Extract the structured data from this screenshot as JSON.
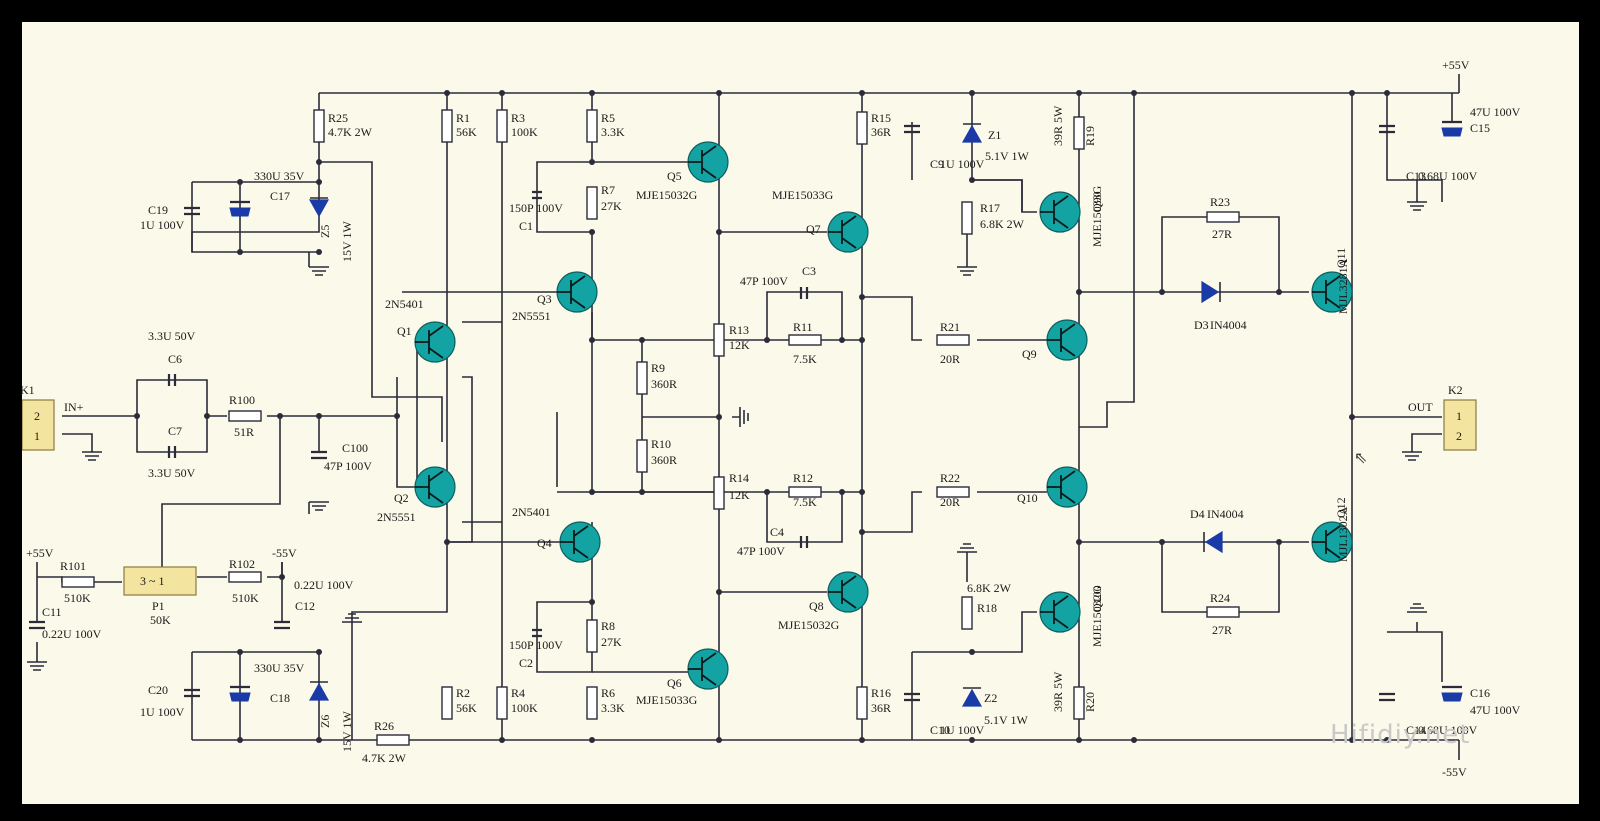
{
  "schematic": {
    "watermark": "Hifidiy.net",
    "rails": {
      "pos": "+55V",
      "neg": "-55V",
      "pos_left": "+55V",
      "neg_left": "-55V"
    },
    "connectors": {
      "k1": {
        "ref": "K1",
        "pin_top": "2",
        "pin_bottom": "1",
        "label": "IN+"
      },
      "k2": {
        "ref": "K2",
        "pin_top": "1",
        "pin_bottom": "2",
        "label": "OUT"
      },
      "p1": {
        "ref": "P1",
        "value": "50K",
        "pins": "3 ~ 1"
      }
    },
    "resistors": [
      {
        "ref": "R25",
        "value": "4.7K 2W"
      },
      {
        "ref": "R1",
        "value": "56K"
      },
      {
        "ref": "R3",
        "value": "100K"
      },
      {
        "ref": "R5",
        "value": "3.3K"
      },
      {
        "ref": "R7",
        "value": "27K"
      },
      {
        "ref": "R15",
        "value": "36R"
      },
      {
        "ref": "R19",
        "value": "39R 5W"
      },
      {
        "ref": "R17",
        "value": "6.8K 2W"
      },
      {
        "ref": "R23",
        "value": "27R"
      },
      {
        "ref": "R13",
        "value": "12K"
      },
      {
        "ref": "R11",
        "value": "7.5K"
      },
      {
        "ref": "R21",
        "value": "20R"
      },
      {
        "ref": "R9",
        "value": "360R"
      },
      {
        "ref": "R100",
        "value": "51R"
      },
      {
        "ref": "R10",
        "value": "360R"
      },
      {
        "ref": "R14",
        "value": "12K"
      },
      {
        "ref": "R12",
        "value": "7.5K"
      },
      {
        "ref": "R22",
        "value": "20R"
      },
      {
        "ref": "R101",
        "value": "510K"
      },
      {
        "ref": "R102",
        "value": "510K"
      },
      {
        "ref": "R8",
        "value": "27K"
      },
      {
        "ref": "R18",
        "value": "6.8K 2W"
      },
      {
        "ref": "R24",
        "value": "27R"
      },
      {
        "ref": "R2",
        "value": "56K"
      },
      {
        "ref": "R4",
        "value": "100K"
      },
      {
        "ref": "R6",
        "value": "3.3K"
      },
      {
        "ref": "R16",
        "value": "36R"
      },
      {
        "ref": "R20",
        "value": "39R 5W"
      },
      {
        "ref": "R26",
        "value": "4.7K 2W"
      }
    ],
    "capacitors": [
      {
        "ref": "C19",
        "value": "1U 100V"
      },
      {
        "ref": "C17",
        "value": "330U 35V"
      },
      {
        "ref": "C1",
        "value": "150P 100V"
      },
      {
        "ref": "C9",
        "value": "1U 100V"
      },
      {
        "ref": "C13",
        "value": "0.68U 100V"
      },
      {
        "ref": "C15",
        "value": "47U 100V"
      },
      {
        "ref": "C3",
        "value": "47P 100V"
      },
      {
        "ref": "C6",
        "value": "3.3U 50V"
      },
      {
        "ref": "C7",
        "value": "3.3U 50V"
      },
      {
        "ref": "C100",
        "value": "47P 100V"
      },
      {
        "ref": "C4",
        "value": "47P 100V"
      },
      {
        "ref": "C11",
        "value": "0.22U 100V"
      },
      {
        "ref": "C12",
        "value": "0.22U 100V"
      },
      {
        "ref": "C2",
        "value": "150P 100V"
      },
      {
        "ref": "C20",
        "value": "1U 100V"
      },
      {
        "ref": "C18",
        "value": "330U 35V"
      },
      {
        "ref": "C10",
        "value": "1U 100V"
      },
      {
        "ref": "C14",
        "value": "0.68U 100V"
      },
      {
        "ref": "C16",
        "value": "47U 100V"
      }
    ],
    "diodes": [
      {
        "ref": "Z5",
        "value": "15V 1W"
      },
      {
        "ref": "Z1",
        "value": "5.1V 1W"
      },
      {
        "ref": "D3",
        "value": "IN4004"
      },
      {
        "ref": "D4",
        "value": "IN4004"
      },
      {
        "ref": "Z6",
        "value": "15V 1W"
      },
      {
        "ref": "Z2",
        "value": "5.1V 1W"
      }
    ],
    "transistors": [
      {
        "ref": "Q5",
        "value": "MJE15032G"
      },
      {
        "ref": "Q7",
        "value": "MJE15033G"
      },
      {
        "ref": "Q90",
        "value": "MJE15033G"
      },
      {
        "ref": "Q11",
        "value": "MJL3281A"
      },
      {
        "ref": "Q3",
        "value": "2N5551"
      },
      {
        "ref": "Q1",
        "value": "2N5401"
      },
      {
        "ref": "Q9",
        "value": ""
      },
      {
        "ref": "Q2",
        "value": "2N5551"
      },
      {
        "ref": "Q10",
        "value": ""
      },
      {
        "ref": "Q4",
        "value": "2N5401"
      },
      {
        "ref": "Q12",
        "value": "MJL1302A"
      },
      {
        "ref": "Q8",
        "value": "MJE15032G"
      },
      {
        "ref": "Q100",
        "value": "MJE15032G"
      },
      {
        "ref": "Q6",
        "value": "MJE15033G"
      }
    ]
  },
  "colors": {
    "sheet": "#fbf9e9",
    "wire": "#2b2b3a",
    "transistor": "#13a3a3",
    "diode": "#1a3aa8",
    "connector": "#f3e4a0"
  }
}
